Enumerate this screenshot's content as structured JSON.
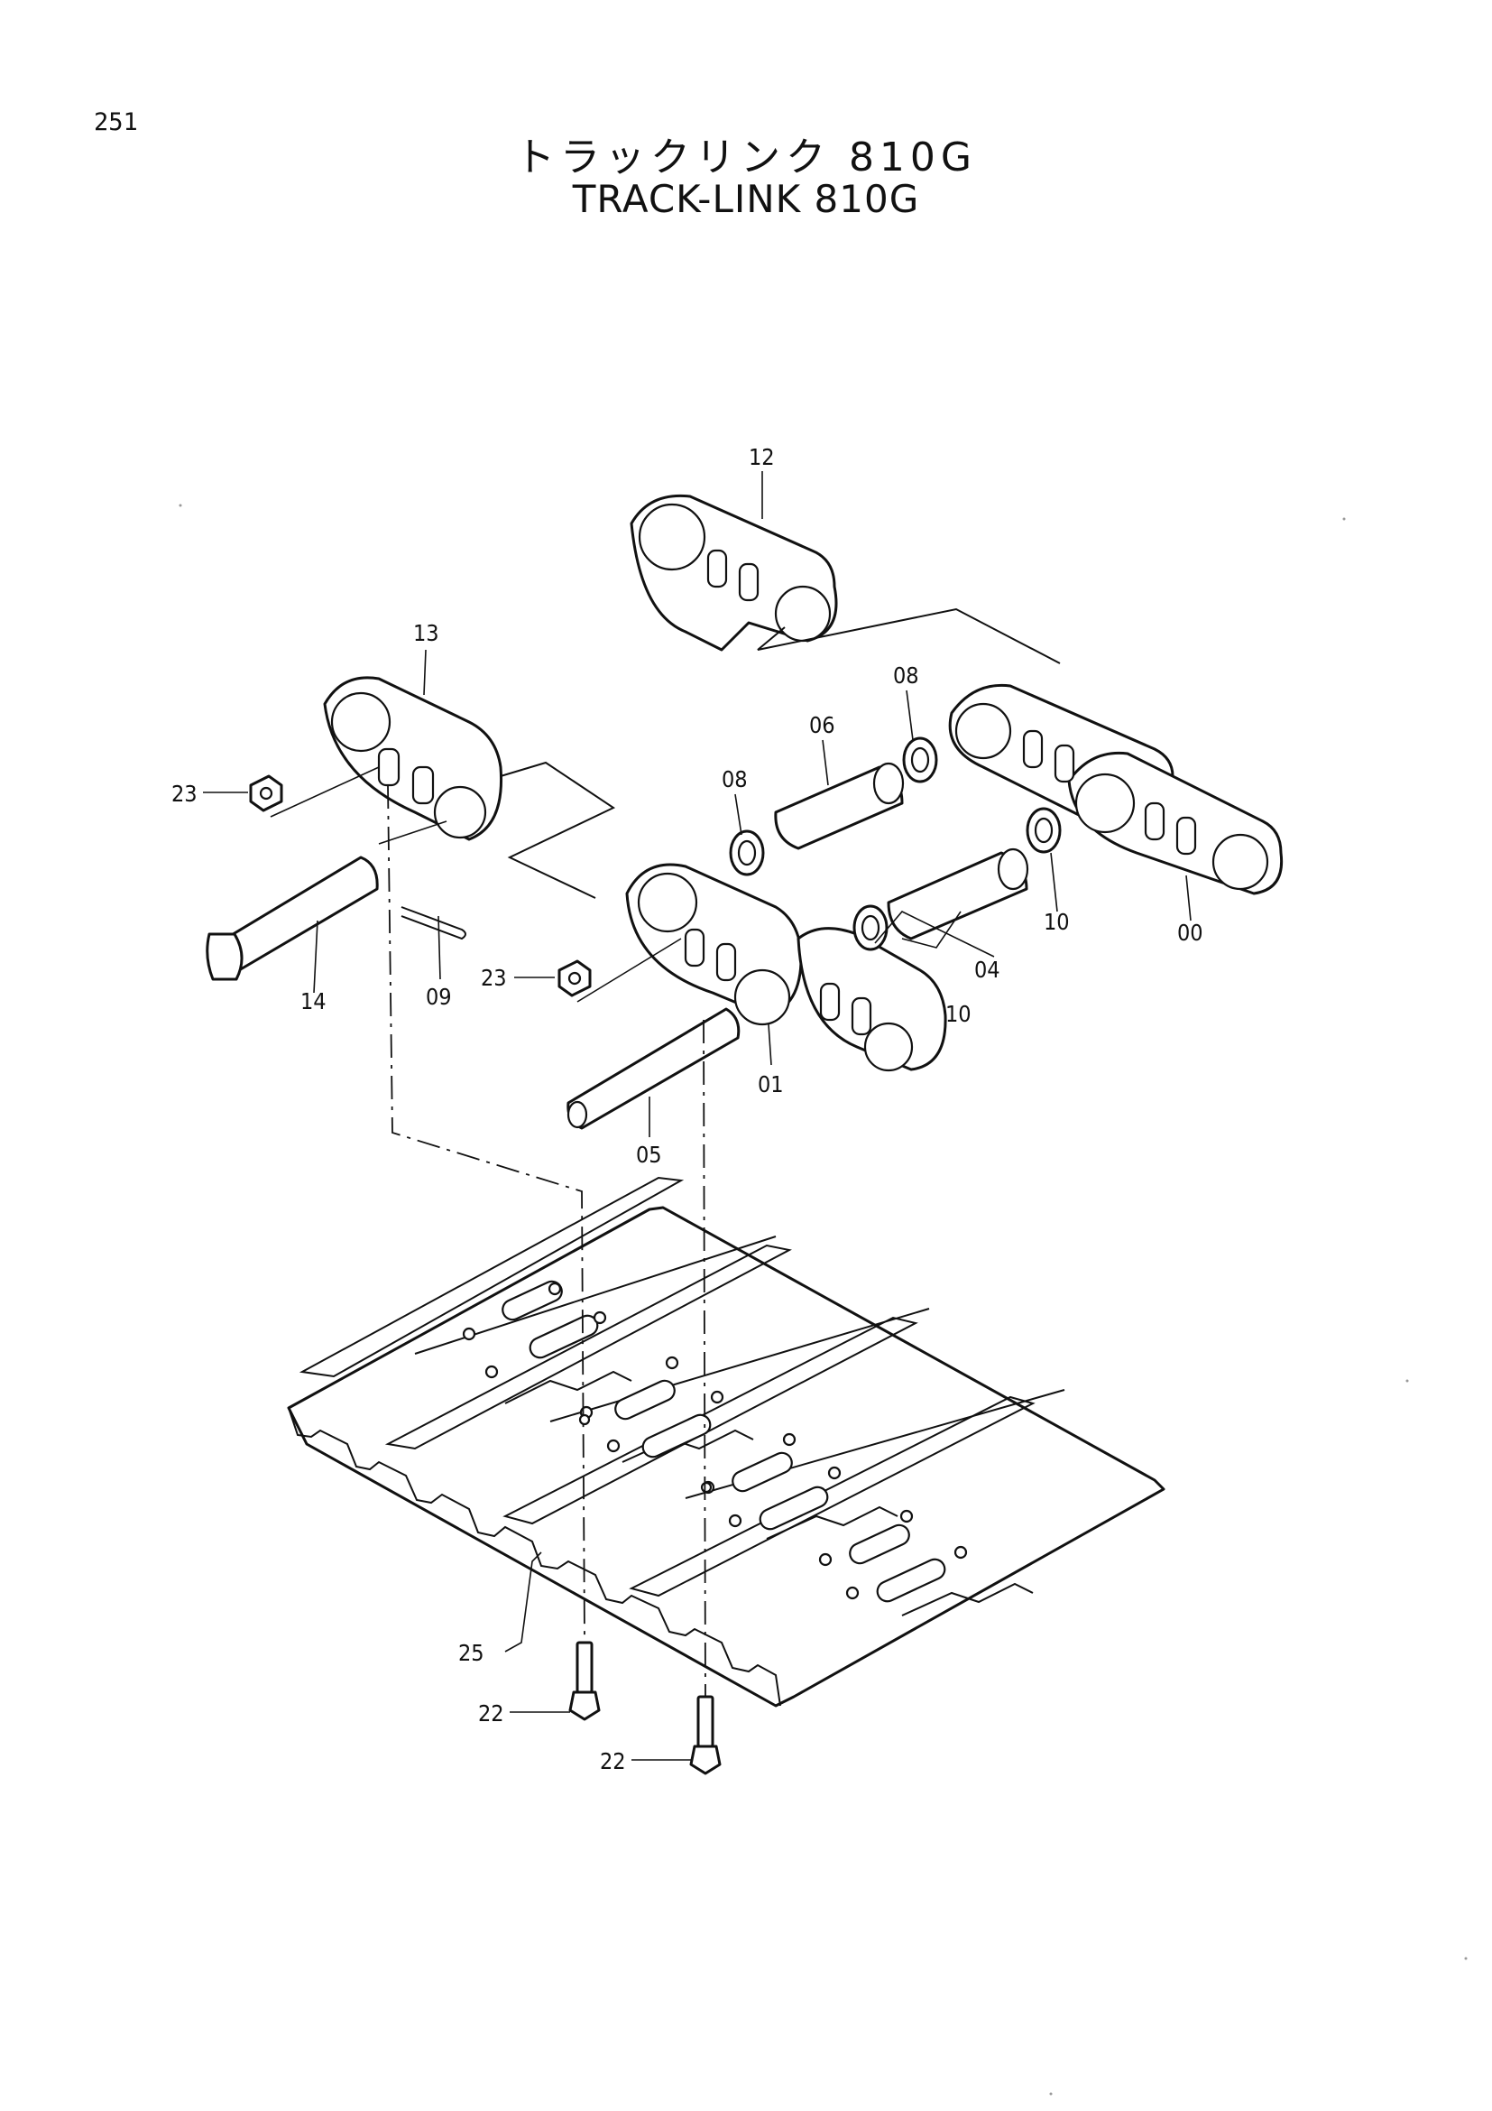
{
  "page_number": "251",
  "title_ja": "トラックリンク 810G",
  "title_en": "TRACK-LINK 810G",
  "callouts": {
    "c12": "12",
    "c13": "13",
    "c23a": "23",
    "c08a": "08",
    "c06": "06",
    "c08b": "08",
    "c14": "14",
    "c09": "09",
    "c23b": "23",
    "c10a": "10",
    "c04": "04",
    "c10b": "10",
    "c00": "00",
    "c01": "01",
    "c05": "05",
    "c25": "25",
    "c22a": "22",
    "c22b": "22"
  }
}
